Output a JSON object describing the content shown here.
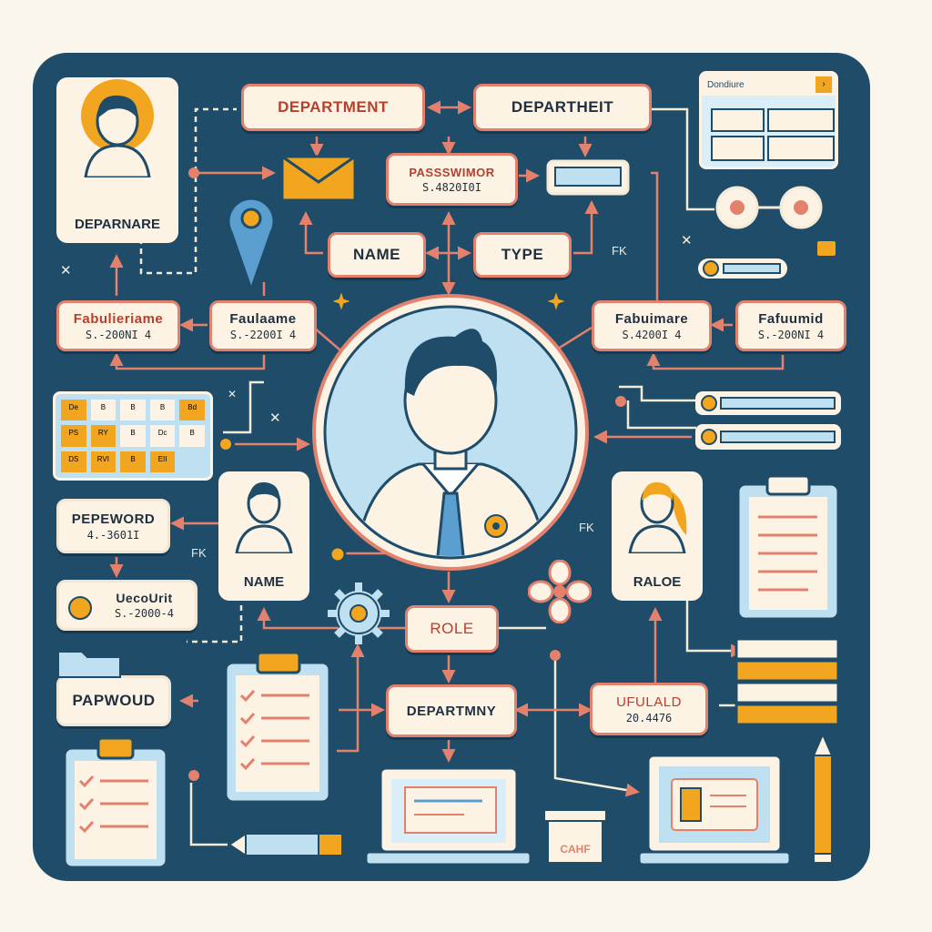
{
  "nodes": {
    "department_top_left": "DEPARTMENT",
    "department_top_right": "DEPARTHEIT",
    "password_popup": {
      "title": "PASSSWIMOR",
      "value": "S.4820I0I"
    },
    "name_top": "NAME",
    "type_top": "TYPE",
    "field_left_1": {
      "title": "Fabulieriame",
      "value": "S.-200NI 4"
    },
    "field_left_2": {
      "title": "Faulaame",
      "value": "S.-2200I 4"
    },
    "field_right_1": {
      "title": "Fabuimare",
      "value": "S.4200I 4"
    },
    "field_right_2": {
      "title": "Fafuumid",
      "value": "S.-200NI 4"
    },
    "password_left": {
      "title": "PEPEWORD",
      "value": "4.-3601I"
    },
    "account_left": {
      "title": "UecoUrit",
      "value": "S.-2000-4"
    },
    "role_center": "ROLE",
    "departmny": "DEPARTMNY",
    "papwoud": "PAPWOUD",
    "ufulald": {
      "title": "UFULALD",
      "value": "20.4476"
    }
  },
  "people": {
    "top_left": "DEPARNARE",
    "middle_left": "NAME",
    "right": "RALOE"
  },
  "window": {
    "title": "Dondiure"
  },
  "keyboard": {
    "keys": [
      "De",
      "B",
      "B",
      "B",
      "Bd",
      "PS",
      "RY",
      "B",
      "Dc",
      "B",
      "DS",
      "RVI",
      "B",
      "EII"
    ]
  },
  "markers": {
    "fk_1": "FK",
    "fk_2": "FK",
    "fk_3": "FK",
    "x": "✕"
  },
  "box_label": "CAHF",
  "colors": {
    "board": "#1f4c68",
    "card": "#fcf3e4",
    "connector": "#e3816d",
    "accent": "#f2a51f",
    "light_blue": "#bfe0f0"
  }
}
